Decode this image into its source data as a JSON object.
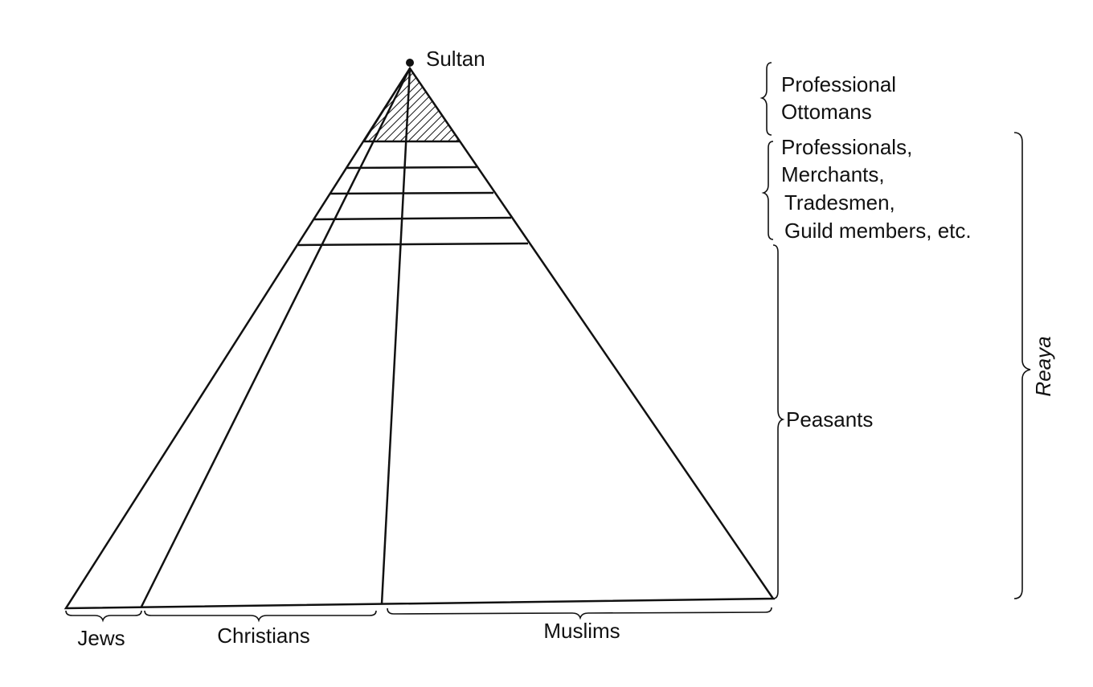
{
  "apex_label": "Sultan",
  "right_groups": [
    {
      "lines": [
        "Professional",
        "Ottomans"
      ]
    },
    {
      "lines": [
        "Professionals,",
        "Merchants,",
        "Tradesmen,",
        "Guild members, etc."
      ]
    },
    {
      "lines": [
        "Peasants"
      ]
    }
  ],
  "outer_group": "Reaya",
  "bottom_groups": [
    "Jews",
    "Christians",
    "Muslims"
  ],
  "colors": {
    "ink": "#111111",
    "background": "#ffffff"
  }
}
